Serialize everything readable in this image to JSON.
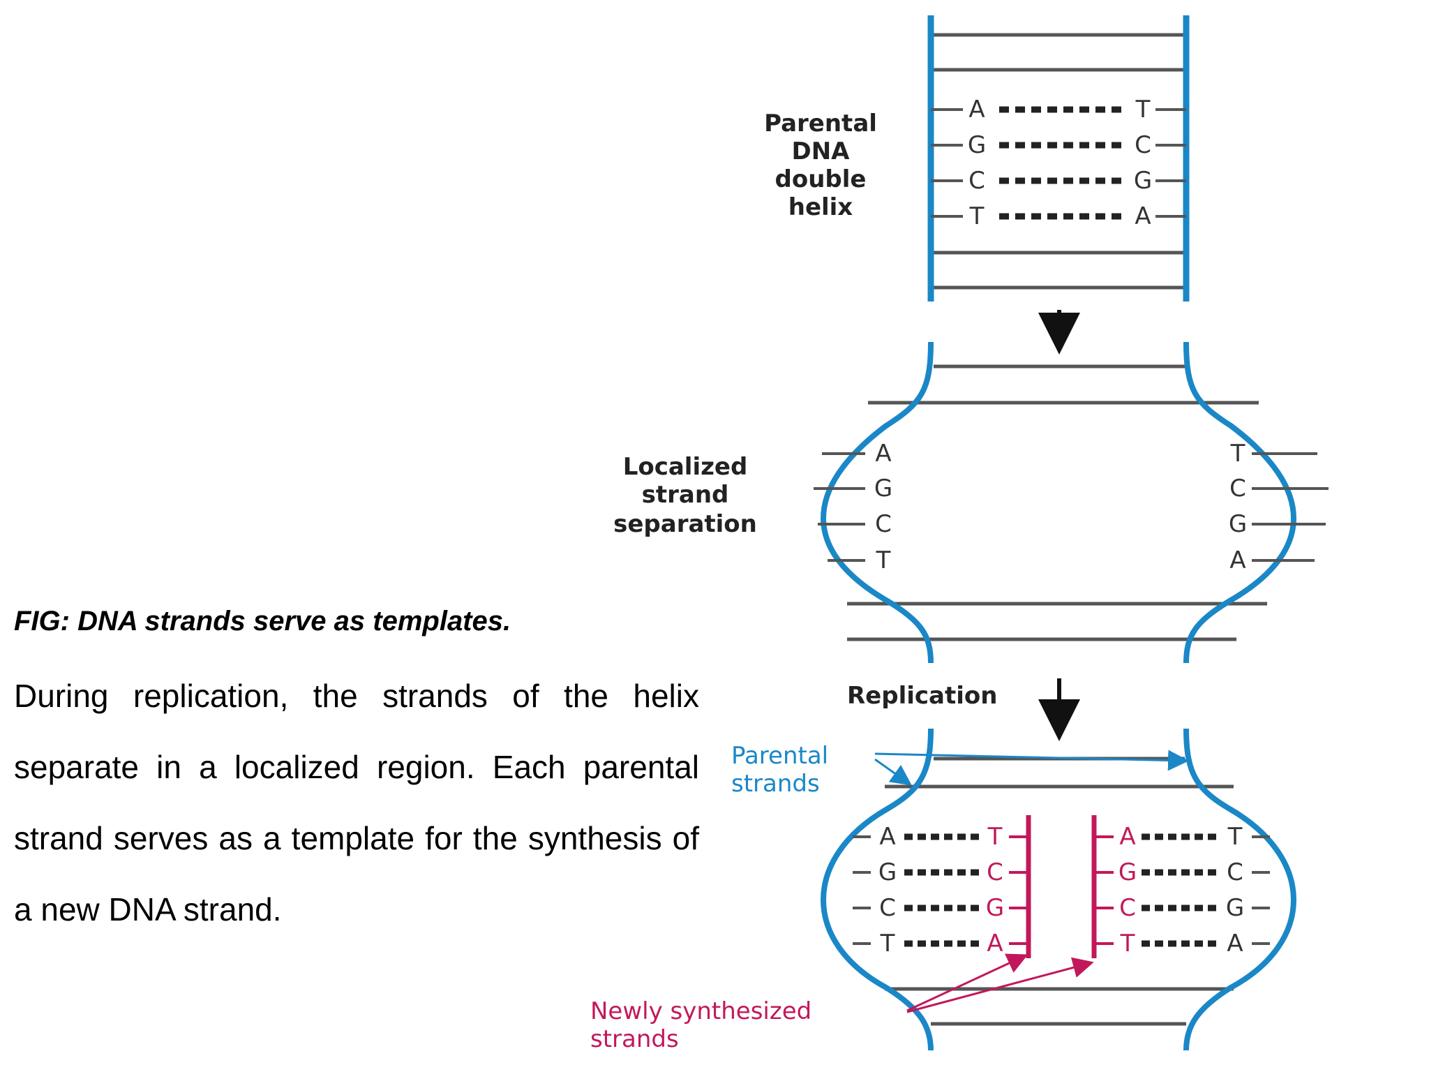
{
  "caption": "FIG: DNA strands serve as templates.",
  "description": "During replication, the strands of the helix separate in a localized region. Each parental strand serves as a template for the synthesis of a new DNA strand.",
  "labels": {
    "parental_helix": [
      "Parental",
      "DNA",
      "double",
      "helix"
    ],
    "localized_separation": [
      "Localized",
      "strand",
      "separation"
    ],
    "replication": "Replication",
    "parental_strands": [
      "Parental",
      "strands"
    ],
    "newly_synthesized": [
      "Newly synthesized",
      "strands"
    ]
  },
  "base_pairs": [
    {
      "left": "A",
      "right": "T"
    },
    {
      "left": "G",
      "right": "C"
    },
    {
      "left": "C",
      "right": "G"
    },
    {
      "left": "T",
      "right": "A"
    }
  ],
  "colors": {
    "parental_strand": "#1a87c7",
    "new_strand": "#c2185b",
    "rung": "#555555",
    "text": "#222222"
  }
}
